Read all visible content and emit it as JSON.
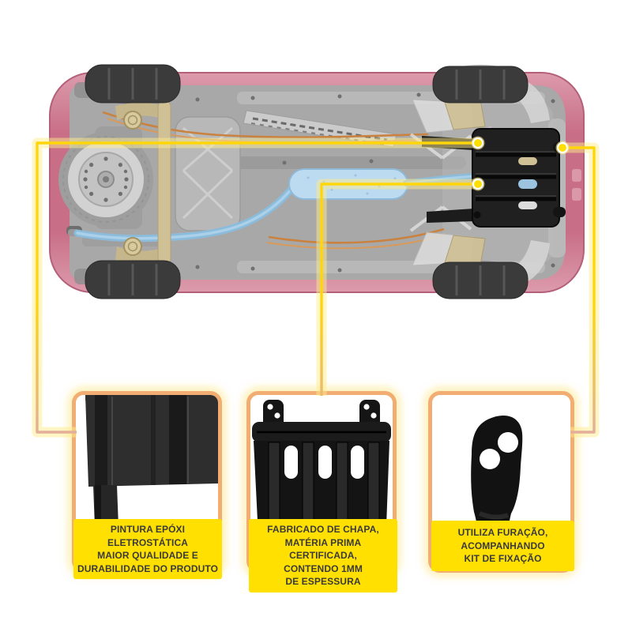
{
  "diagram": {
    "kind": "product-feature-infographic",
    "subject": "car underbody with engine skid plate installed"
  },
  "callouts": [
    {
      "id": "epoxy-paint",
      "photo": "close-up-of-epoxy-painted-ribbed-plate",
      "caption_lines": [
        "PINTURA EPÓXI",
        "ELETROSTÁTICA",
        "MAIOR QUALIDADE E",
        "DURABILIDADE DO PRODUTO"
      ]
    },
    {
      "id": "steel-sheet",
      "photo": "full-skid-plate-with-mounting-ears-and-slots",
      "caption_lines": [
        "FABRICADO DE CHAPA,",
        "MATÉRIA PRIMA CERTIFICADA,",
        "CONTENDO 1MM",
        "DE ESPESSURA"
      ]
    },
    {
      "id": "mounting-kit",
      "photo": "mounting-bracket-with-two-holes",
      "caption_lines": [
        "UTILIZA FURAÇÃO,",
        "ACOMPANHANDO",
        "KIT DE FIXAÇÃO"
      ]
    }
  ],
  "colors": {
    "caption-bg": "#ffe000",
    "caption-text": "#3a3a3a",
    "box-border": "#f2ae72",
    "box-glow": "rgba(255,232,140,0.55)",
    "accent-yellow": "#ffd60a",
    "dot-fill": "#ffdf00",
    "car-body-pink": "#c86e86",
    "exhaust-blue": "#8cbcdc",
    "plate-black": "#1e1e1e"
  }
}
